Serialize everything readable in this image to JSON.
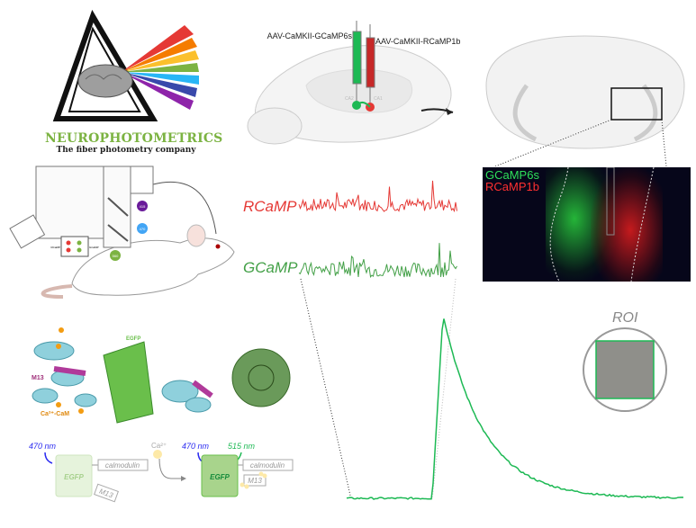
{
  "logo": {
    "title": "NEUROPHOTOMETRICS",
    "subtitle": "The fiber photometry company"
  },
  "injection": {
    "left_label": "AAV-CaMKII-GCaMP6s",
    "right_label": "AAV-CaMKII-RCaMP1b",
    "region_left": "CA2",
    "region_right": "CA1"
  },
  "histology": {
    "green_label": "GCaMP6s",
    "red_label": "RCaMP1b"
  },
  "traces": {
    "rcamp_label": "RCaMP",
    "gcamp_label": "GCaMP"
  },
  "device": {
    "led_labels": [
      "415",
      "470",
      "560"
    ],
    "left_label": "RCaMP",
    "right_label": "GCaMP"
  },
  "protein": {
    "egfp_label": "EGFP",
    "m13_label": "M13",
    "cam_label": "Ca²⁺-CaM"
  },
  "sensor": {
    "excitation_left": "470 nm",
    "excitation_right": "470 nm",
    "emission": "515 nm",
    "egfp": "EGFP",
    "calmodulin": "calmodulin",
    "m13": "M13",
    "calcium": "Ca²⁺"
  },
  "roi": {
    "label": "ROI"
  },
  "colors": {
    "green": "#1db954",
    "red": "#e53935",
    "blue": "#2a2af0",
    "logo_green": "#7cb342"
  }
}
